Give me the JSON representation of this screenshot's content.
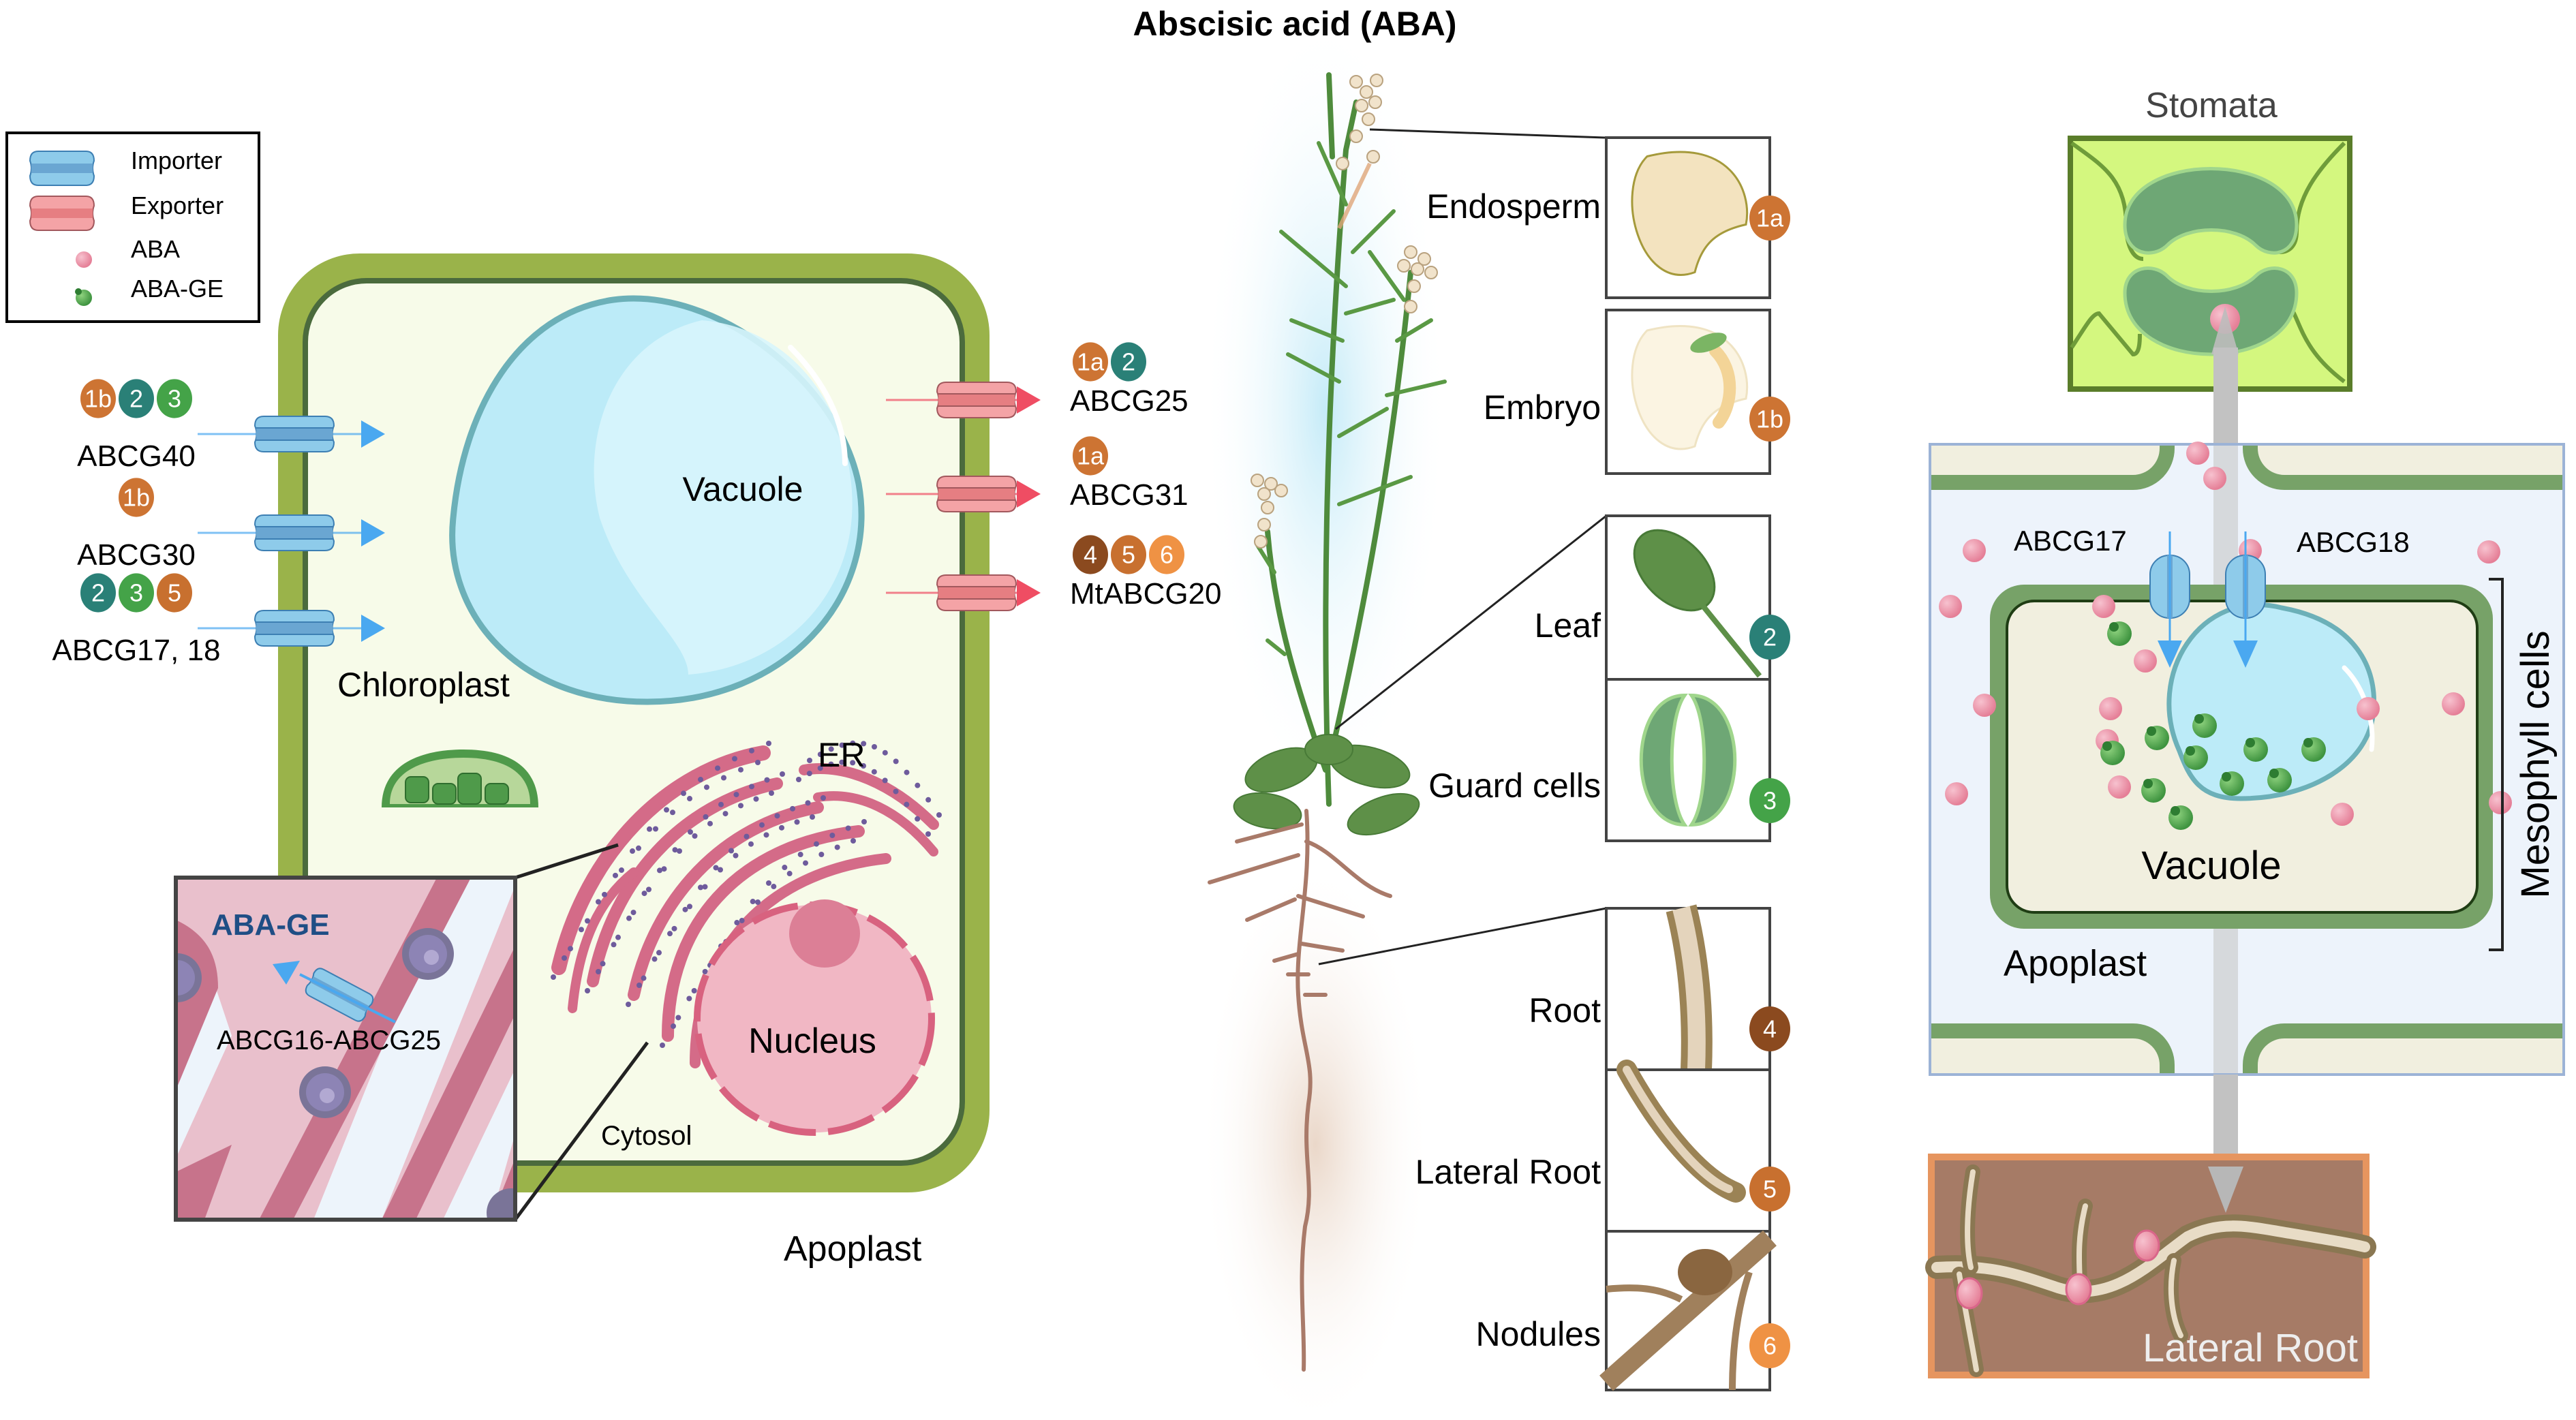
{
  "title": "Abscisic acid (ABA)",
  "colors": {
    "importer": "#8ecbea",
    "exporter": "#f4a3a6",
    "aba": "#ec8ea3",
    "aba_ge": "#5fae55",
    "badge_1a": "#cd7433",
    "badge_1b": "#cd7433",
    "badge_2": "#2a8077",
    "badge_3": "#44a348",
    "badge_4": "#8b4a1f",
    "badge_5": "#c8702f",
    "badge_6": "#ef9244",
    "cell_wall": "#9ab34a",
    "cytoplasm": "#f7fbe9"
  },
  "legend": {
    "items": [
      {
        "icon": "importer-icon",
        "label": "Importer"
      },
      {
        "icon": "exporter-icon",
        "label": "Exporter"
      },
      {
        "icon": "aba-molecule-icon",
        "label": "ABA"
      },
      {
        "icon": "aba-ge-molecule-icon",
        "label": "ABA-GE"
      }
    ]
  },
  "cell_panel": {
    "importers": [
      {
        "name": "ABCG40",
        "badges": [
          "1b",
          "2",
          "3"
        ]
      },
      {
        "name": "ABCG30",
        "badges": [
          "1b"
        ]
      },
      {
        "name": "ABCG17, 18",
        "badges": [
          "2",
          "3",
          "5"
        ]
      }
    ],
    "exporters": [
      {
        "name": "ABCG25",
        "badges": [
          "1a",
          "2"
        ]
      },
      {
        "name": "ABCG31",
        "badges": [
          "1a"
        ]
      },
      {
        "name": "MtABCG20",
        "badges": [
          "4",
          "5",
          "6"
        ]
      }
    ],
    "labels": {
      "vacuole": "Vacuole",
      "chloroplast": "Chloroplast",
      "er": "ER",
      "nucleus": "Nucleus",
      "cytosol": "Cytosol",
      "apoplast": "Apoplast"
    },
    "inset": {
      "title": "ABA-GE",
      "transporter": "ABCG16-ABCG25"
    }
  },
  "plant_panel": {
    "tissues": [
      {
        "label": "Endosperm",
        "badge": "1a"
      },
      {
        "label": "Embryo",
        "badge": "1b"
      },
      {
        "label": "Leaf",
        "badge": "2"
      },
      {
        "label": "Guard cells",
        "badge": "3"
      },
      {
        "label": "Root",
        "badge": "4"
      },
      {
        "label": "Lateral Root",
        "badge": "5"
      },
      {
        "label": "Nodules",
        "badge": "6"
      }
    ]
  },
  "right_panel": {
    "stomata_label": "Stomata",
    "transporters": [
      "ABCG17",
      "ABCG18"
    ],
    "vacuole_label": "Vacuole",
    "apoplast_label": "Apoplast",
    "mesophyll_label": "Mesophyll cells",
    "lateral_root_label": "Lateral Root"
  }
}
